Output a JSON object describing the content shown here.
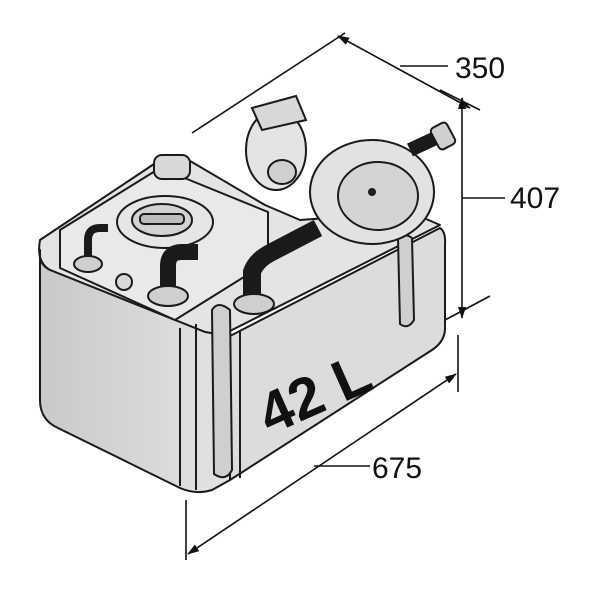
{
  "dimensions": {
    "depth": "350",
    "height": "407",
    "length": "675"
  },
  "tank": {
    "capacity_label": "42 L"
  },
  "colors": {
    "body_fill": "#d6d6d6",
    "body_top": "#e4e4e4",
    "outline": "#1a1a1a",
    "text": "#111111"
  }
}
